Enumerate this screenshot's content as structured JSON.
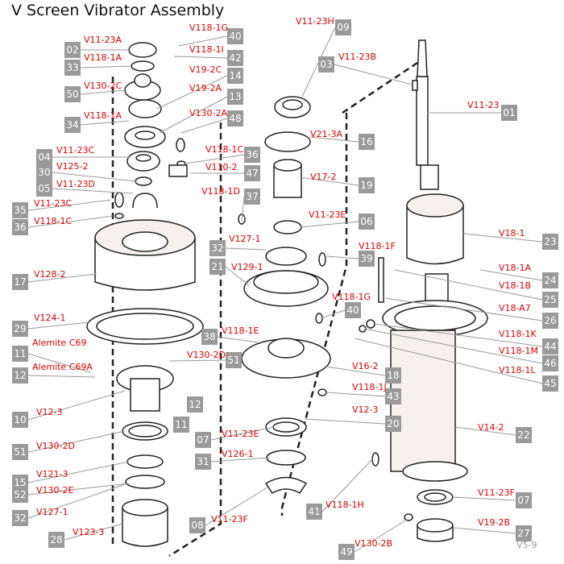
{
  "title": "V Screen Vibrator Assembly",
  "footer": "V5-9",
  "callouts": [
    {
      "num": "02",
      "part": "V11-23A"
    },
    {
      "num": "33",
      "part": "V118-1A"
    },
    {
      "num": "50",
      "part": "V130-2C"
    },
    {
      "num": "34",
      "part": "V118-1A"
    },
    {
      "num": "04",
      "part": "V11-23C"
    },
    {
      "num": "30",
      "part": "V125-2"
    },
    {
      "num": "05",
      "part": "V11-23D"
    },
    {
      "num": "35",
      "part": "V11-23C"
    },
    {
      "num": "36",
      "part": "V118-1C"
    },
    {
      "num": "17",
      "part": "V128-2"
    },
    {
      "num": "29",
      "part": "V124-1"
    },
    {
      "num": "11",
      "part": "Alemite C69"
    },
    {
      "num": "12",
      "part": "Alemite C69A"
    },
    {
      "num": "10",
      "part": "V12-3"
    },
    {
      "num": "51",
      "part": "V130-2D"
    },
    {
      "num": "15",
      "part": "V121-3"
    },
    {
      "num": "52",
      "part": "V130-2E"
    },
    {
      "num": "32",
      "part": "V127-1"
    },
    {
      "num": "28",
      "part": "V123-3"
    },
    {
      "num": "40",
      "part": "V118-1G"
    },
    {
      "num": "42",
      "part": "V118-1I"
    },
    {
      "num": "14",
      "part": "V19-2C"
    },
    {
      "num": "13",
      "part": "V19-2A"
    },
    {
      "num": "48",
      "part": "V130-2A"
    },
    {
      "num": "36",
      "part": "V118-1C"
    },
    {
      "num": "47",
      "part": "V130-2"
    },
    {
      "num": "37",
      "part": "V118-1D"
    },
    {
      "num": "32",
      "part": "V127-1"
    },
    {
      "num": "21",
      "part": "V129-1"
    },
    {
      "num": "40",
      "part": "V118-1G"
    },
    {
      "num": "38",
      "part": "V118-1E"
    },
    {
      "num": "51",
      "part": "V130-2D"
    },
    {
      "num": "18",
      "part": "V16-2"
    },
    {
      "num": "43",
      "part": "V118-1J"
    },
    {
      "num": "20",
      "part": "V12-3"
    },
    {
      "num": "07",
      "part": "V11-23E"
    },
    {
      "num": "31",
      "part": "V126-1"
    },
    {
      "num": "08",
      "part": "V11-23F"
    },
    {
      "num": "41",
      "part": "V118-1H"
    },
    {
      "num": "49",
      "part": "V130-2B"
    },
    {
      "num": "09",
      "part": "V11-23H"
    },
    {
      "num": "16",
      "part": "V21-3A"
    },
    {
      "num": "19",
      "part": "V17-2"
    },
    {
      "num": "06",
      "part": "V11-23E"
    },
    {
      "num": "39",
      "part": "V118-1F"
    },
    {
      "num": "03",
      "part": "V11-23B"
    },
    {
      "num": "01",
      "part": "V11-23"
    },
    {
      "num": "23",
      "part": "V18-1"
    },
    {
      "num": "24",
      "part": "V18-1A"
    },
    {
      "num": "25",
      "part": "V18-1B"
    },
    {
      "num": "26",
      "part": "V18-A7"
    },
    {
      "num": "44",
      "part": "V118-1K"
    },
    {
      "num": "46",
      "part": "V118-1M"
    },
    {
      "num": "45",
      "part": "V118-1L"
    },
    {
      "num": "22",
      "part": "V14-2"
    },
    {
      "num": "07",
      "part": "V11-23F"
    },
    {
      "num": "27",
      "part": "V19-2B"
    }
  ],
  "extra_badges": [
    "12",
    "11"
  ]
}
